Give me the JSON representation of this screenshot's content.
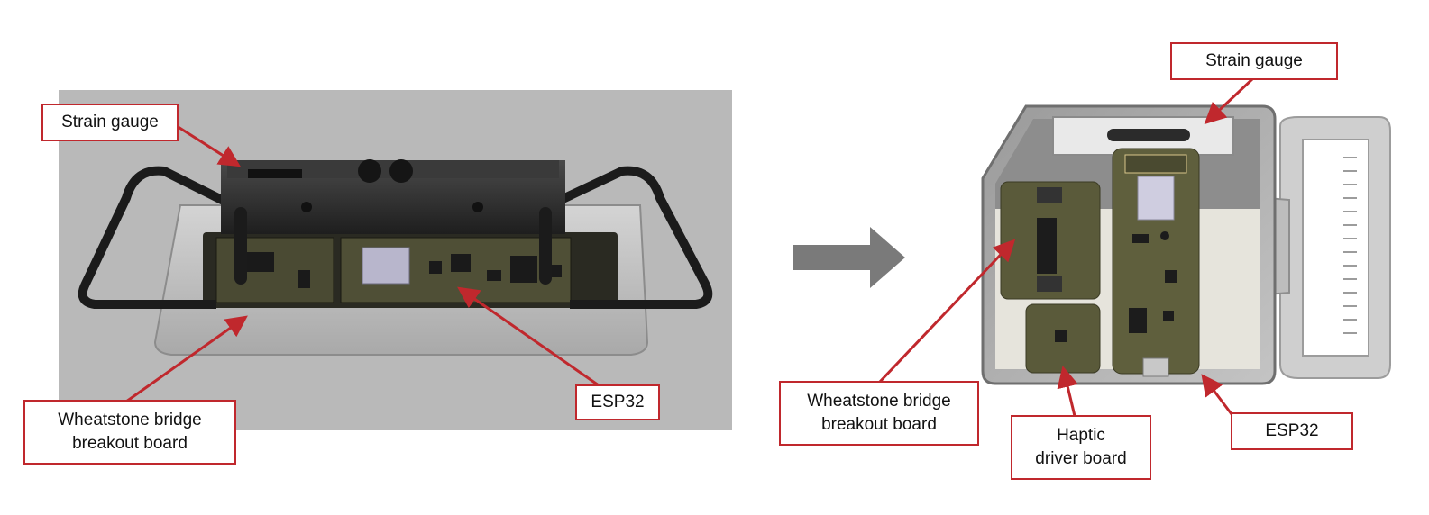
{
  "colors": {
    "accent": "#c0282d",
    "backdrop": "#b8b8b8",
    "arrow": "#7a7a7a",
    "pcb": "#5a5a3a"
  },
  "left_view": {
    "labels": {
      "strain_gauge": "Strain gauge",
      "wheatstone": "Wheatstone bridge\nbreakout board",
      "esp32": "ESP32"
    }
  },
  "right_view": {
    "labels": {
      "strain_gauge": "Strain gauge",
      "wheatstone": "Wheatstone bridge\nbreakout board",
      "haptic": "Haptic\ndriver board",
      "esp32": "ESP32"
    }
  },
  "icons": {
    "transition": "arrow-right-icon"
  }
}
